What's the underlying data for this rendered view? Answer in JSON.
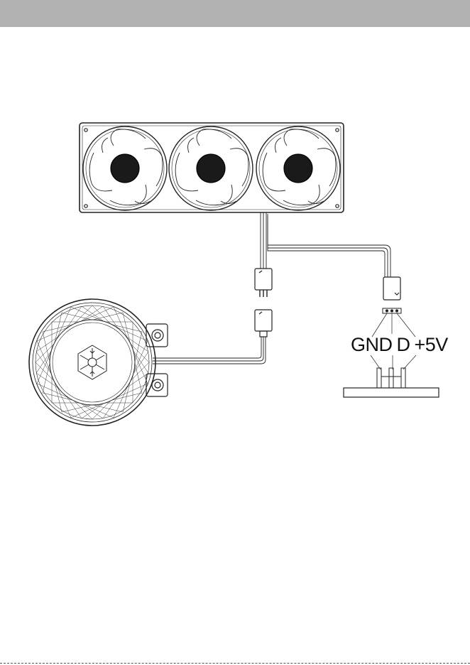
{
  "header": {
    "color": "#b2b2b2"
  },
  "components": {
    "radiator": {
      "fan_count": 3,
      "icon": "triple-fan-radiator"
    },
    "pump": {
      "icon": "pump-block-with-snowflake-logo"
    },
    "motherboard_header": {
      "icon": "argb-3pin-header"
    }
  },
  "pin_labels": [
    "GND",
    "D",
    "+5V"
  ]
}
